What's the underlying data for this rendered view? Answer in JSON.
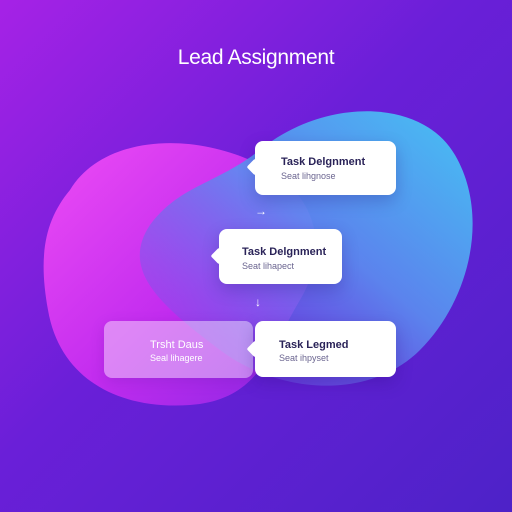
{
  "diagram": {
    "title": "Lead Assignment",
    "nodes": [
      {
        "name": "Task Delgnment",
        "sub": "Seat lihgnose"
      },
      {
        "name": "Task Delgnment",
        "sub": "Seat lihapect"
      },
      {
        "name": "Trsht Daus",
        "sub": "Seal lihagere"
      },
      {
        "name": "Task Legmed",
        "sub": "Seat ihpyset"
      }
    ],
    "arrows": {
      "first": "→",
      "second": "↓"
    }
  },
  "colors": {
    "background_start": "#a622e6",
    "background_end": "#4d22c8",
    "blob_magenta": "#e63cf2",
    "blob_cyan": "#3ec8f5",
    "card": "#ffffff",
    "text_dark": "#2a2358"
  }
}
